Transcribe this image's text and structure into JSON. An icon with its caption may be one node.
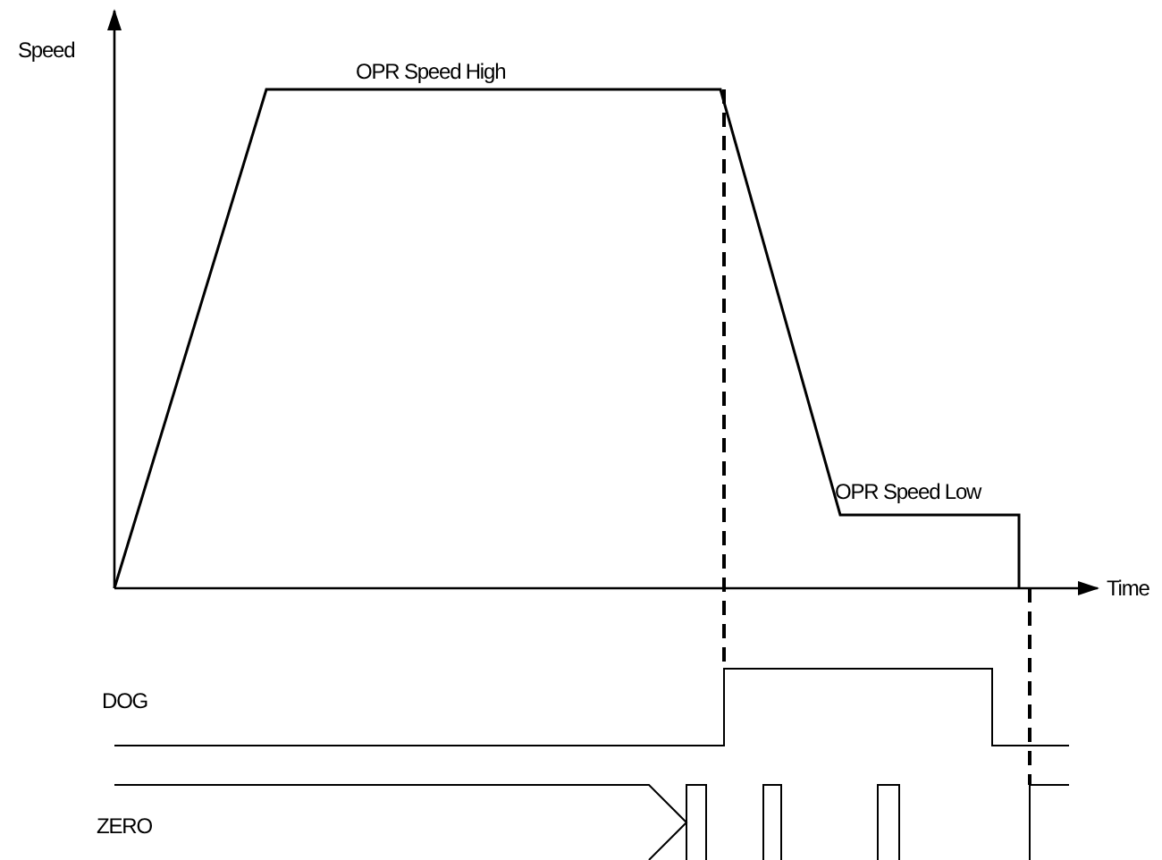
{
  "diagram": {
    "labels": [
      "Speed",
      "OPR Speed High",
      "OPR Speed Low",
      "Time",
      "DOG",
      "ZERO"
    ]
  }
}
